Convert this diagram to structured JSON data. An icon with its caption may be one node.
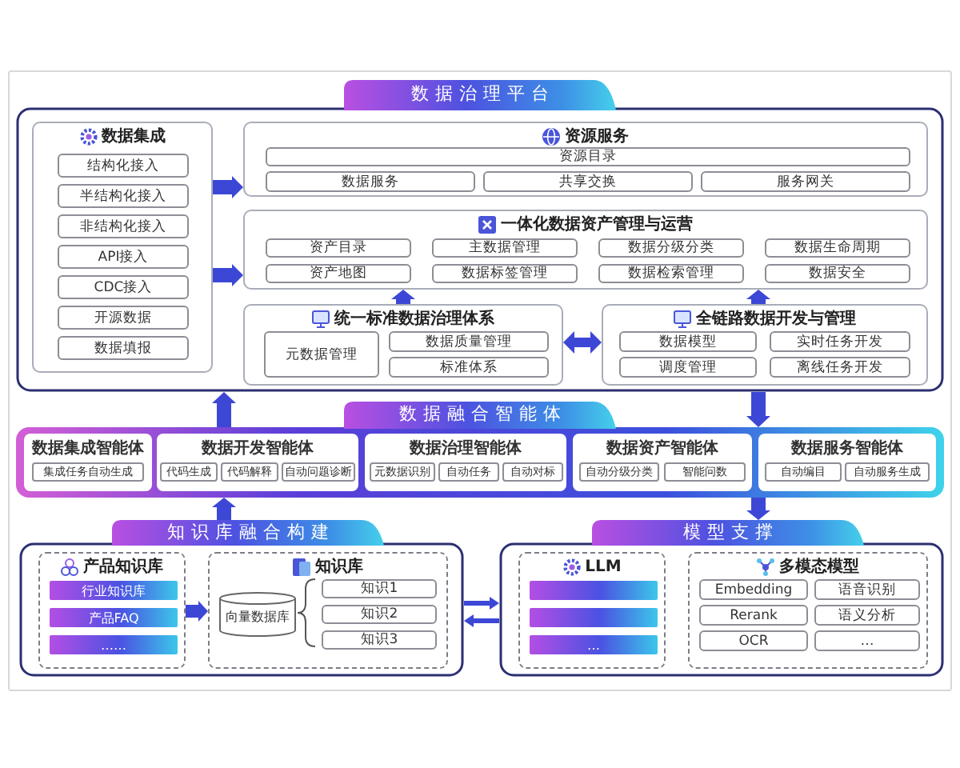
{
  "diagram": {
    "nodes": [
      {
        "text": [
          "数据治理平台"
        ]
      },
      {
        "text": [
          "数据集成"
        ],
        "in": 0
      },
      {
        "text": [
          "结构化接入"
        ],
        "in": 1
      },
      {
        "text": [
          "半结构化接入"
        ],
        "in": 1
      },
      {
        "text": [
          "非结构化接入"
        ],
        "in": 1
      },
      {
        "text": [
          "API接入"
        ],
        "in": 1
      },
      {
        "text": [
          "CDC接入"
        ],
        "in": 1
      },
      {
        "text": [
          "开源数据"
        ],
        "in": 1
      },
      {
        "text": [
          "数据填报"
        ],
        "in": 1
      },
      {
        "text": [
          "资源服务"
        ],
        "in": 0
      },
      {
        "text": [
          "资源目录"
        ],
        "in": 9
      },
      {
        "text": [
          "数据服务"
        ],
        "in": 9
      },
      {
        "text": [
          "共享交换"
        ],
        "in": 9
      },
      {
        "text": [
          "服务网关"
        ],
        "in": 9
      },
      {
        "text": [
          "一体化数据资产管理与运营"
        ],
        "in": 0
      },
      {
        "text": [
          "资产目录"
        ],
        "in": 14
      },
      {
        "text": [
          "主数据管理"
        ],
        "in": 14
      },
      {
        "text": [
          "数据分级分类"
        ],
        "in": 14
      },
      {
        "text": [
          "数据生命周期"
        ],
        "in": 14
      },
      {
        "text": [
          "资产地图"
        ],
        "in": 14
      },
      {
        "text": [
          "数据标签管理"
        ],
        "in": 14
      },
      {
        "text": [
          "数据检索管理"
        ],
        "in": 14
      },
      {
        "text": [
          "数据安全"
        ],
        "in": 14
      },
      {
        "text": [
          "统一标准数据治理体系"
        ],
        "in": 0
      },
      {
        "text": [
          "元数据管理"
        ],
        "in": 23
      },
      {
        "text": [
          "数据质量管理"
        ],
        "in": 23
      },
      {
        "text": [
          "标准体系"
        ],
        "in": 23
      },
      {
        "text": [
          "全链路数据开发与管理"
        ],
        "in": 0
      },
      {
        "text": [
          "数据模型"
        ],
        "in": 27
      },
      {
        "text": [
          "实时任务开发"
        ],
        "in": 27
      },
      {
        "text": [
          "调度管理"
        ],
        "in": 27
      },
      {
        "text": [
          "离线任务开发"
        ],
        "in": 27
      },
      {
        "text": [
          "数据融合智能体"
        ]
      },
      {
        "text": [
          "数据集成智能体"
        ],
        "in": 32
      },
      {
        "text": [
          "集成任务自动生成"
        ],
        "in": 33
      },
      {
        "text": [
          "数据开发智能体"
        ],
        "in": 32
      },
      {
        "text": [
          "代码生成"
        ],
        "in": 35
      },
      {
        "text": [
          "代码解释"
        ],
        "in": 35
      },
      {
        "text": [
          "自动问题诊断"
        ],
        "in": 35
      },
      {
        "text": [
          "数据治理智能体"
        ],
        "in": 32
      },
      {
        "text": [
          "元数据识别"
        ],
        "in": 39
      },
      {
        "text": [
          "自动任务"
        ],
        "in": 39
      },
      {
        "text": [
          "自动对标"
        ],
        "in": 39
      },
      {
        "text": [
          "数据资产智能体"
        ],
        "in": 32
      },
      {
        "text": [
          "自动分级分类"
        ],
        "in": 43
      },
      {
        "text": [
          "智能问数"
        ],
        "in": 43
      },
      {
        "text": [
          "数据服务智能体"
        ],
        "in": 32
      },
      {
        "text": [
          "自动编目"
        ],
        "in": 46
      },
      {
        "text": [
          "自动服务生成"
        ],
        "in": 46
      },
      {
        "text": [
          "知识库融合构建"
        ]
      },
      {
        "text": [
          "产品知识库"
        ],
        "in": 49
      },
      {
        "text": [
          "行业知识库"
        ],
        "in": 50
      },
      {
        "text": [
          "产品FAQ"
        ],
        "in": 50
      },
      {
        "text": [
          "……"
        ],
        "in": 50
      },
      {
        "text": [
          "知识库"
        ],
        "in": 49
      },
      {
        "text": [
          "向量数据库"
        ],
        "in": 54
      },
      {
        "text": [
          "知识1"
        ],
        "in": 54
      },
      {
        "text": [
          "知识2"
        ],
        "in": 54
      },
      {
        "text": [
          "知识3"
        ],
        "in": 54
      },
      {
        "text": [
          "模型支撑"
        ]
      },
      {
        "text": [
          "LLM"
        ],
        "in": 59
      },
      {
        "text": [],
        "shape": "bar",
        "in": 60
      },
      {
        "text": [],
        "shape": "bar",
        "in": 60
      },
      {
        "text": [
          "…"
        ],
        "in": 60
      },
      {
        "text": [
          "多模态模型"
        ],
        "in": 59
      },
      {
        "text": [
          "Embedding"
        ],
        "in": 64
      },
      {
        "text": [
          "语音识别"
        ],
        "in": 64
      },
      {
        "text": [
          "Rerank"
        ],
        "in": 64
      },
      {
        "text": [
          "语义分析"
        ],
        "in": 64
      },
      {
        "text": [
          "OCR"
        ],
        "in": 64
      },
      {
        "text": [
          "…"
        ],
        "in": 64
      }
    ],
    "edges": [
      {
        "from": 1,
        "to": 9,
        "arrow": "to"
      },
      {
        "from": 1,
        "to": 14,
        "arrow": "to"
      },
      {
        "from": 23,
        "to": 14,
        "arrow": "to"
      },
      {
        "from": 27,
        "to": 14,
        "arrow": "to"
      },
      {
        "from": 23,
        "to": 27,
        "arrow": "both"
      },
      {
        "from": 32,
        "to": 0,
        "arrow": "to"
      },
      {
        "from": 0,
        "to": 32,
        "arrow": "to"
      },
      {
        "from": 49,
        "to": 32,
        "arrow": "to"
      },
      {
        "from": 32,
        "to": 59,
        "arrow": "to"
      },
      {
        "from": 50,
        "to": 54,
        "arrow": "to"
      },
      {
        "from": 49,
        "to": 59,
        "arrow": "to"
      },
      {
        "from": 59,
        "to": 49,
        "arrow": "to"
      }
    ]
  }
}
